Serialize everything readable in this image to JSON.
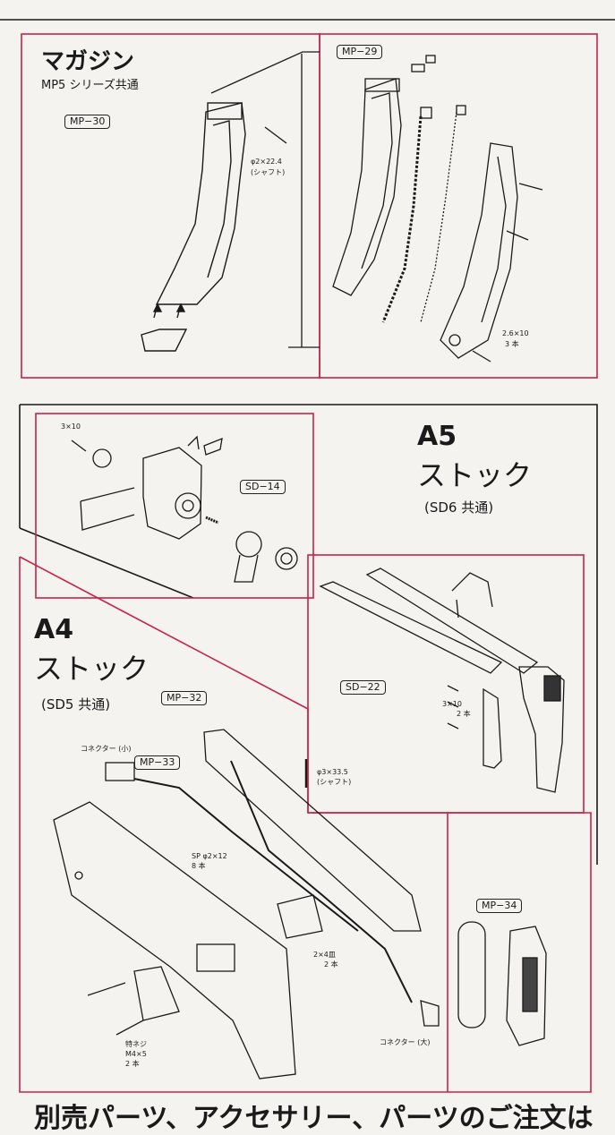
{
  "colors": {
    "frame": "#c8234a",
    "ink": "#1a1a1a",
    "paper": "#f4f3f0"
  },
  "magazine": {
    "title": "マガジン",
    "subtitle": "MP5 シリーズ共通",
    "parts": {
      "mp30": "MP−30",
      "mp29": "MP−29"
    },
    "notes": {
      "shaft_size": "φ2×22.4",
      "shaft_label": "(シャフト)",
      "screw_size": "2.6×10",
      "screw_count": "3 本"
    }
  },
  "a5": {
    "code": "A5",
    "title": "ストック",
    "compat": "(SD6 共通)",
    "parts": {
      "sd14": "SD−14",
      "sd22": "SD−22"
    },
    "notes": {
      "screw_top": "3×10",
      "screw_mid": "3×10",
      "screw_mid_count": "2 本"
    }
  },
  "a4": {
    "code": "A4",
    "title": "ストック",
    "compat": "(SD5 共通)",
    "parts": {
      "mp32": "MP−32",
      "mp33": "MP−33",
      "mp34": "MP−34"
    },
    "notes": {
      "connector_small": "コネクター (小)",
      "shaft_size": "φ3×33.5",
      "shaft_label": "(シャフト)",
      "sp_pin": "SP φ2×12",
      "sp_count": "8 本",
      "screw_size": "2×4皿",
      "screw_count": "2 本",
      "special_screw": "特ネジ",
      "special_size": "M4×5",
      "special_count": "2 本",
      "connector_large": "コネクター (大)"
    }
  },
  "footer_text": "別売パーツ、アクセサリー、パーツのご注文は"
}
